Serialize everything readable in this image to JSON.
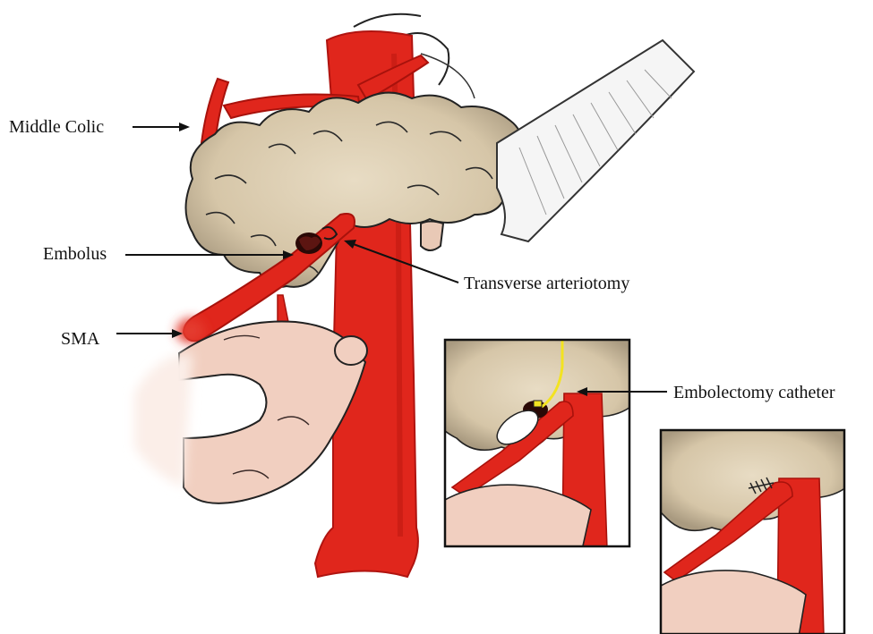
{
  "labels": {
    "middle_colic": "Middle Colic",
    "embolus": "Embolus",
    "sma": "SMA",
    "transverse_arteriotomy": "Transverse arteriotomy",
    "embolectomy_catheter": "Embolectomy catheter"
  },
  "colors": {
    "artery": "#e0261c",
    "artery_dark": "#a8120c",
    "pancreas": "#ded0b6",
    "pancreas_shadow": "#b9ab90",
    "duodenum": "#f1cfc0",
    "catheter": "#f3e321",
    "retractor": "#f5f5f5"
  }
}
